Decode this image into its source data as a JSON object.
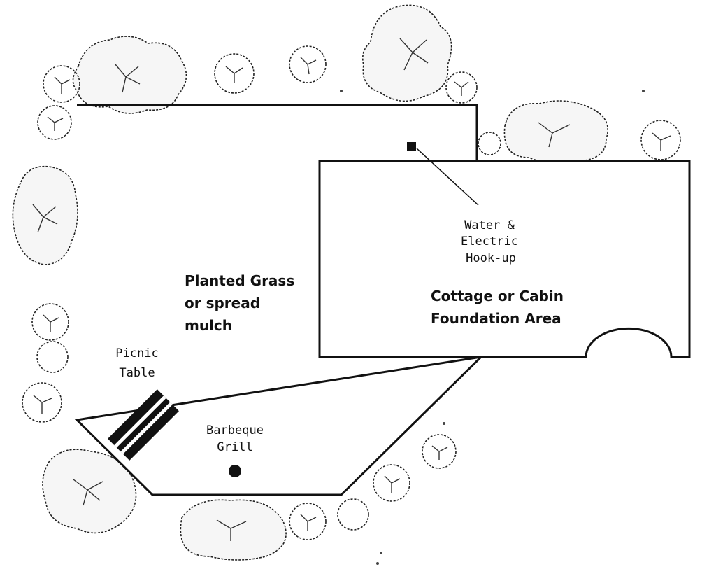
{
  "labels": {
    "grass_line1": "Planted Grass",
    "grass_line2": "or spread",
    "grass_line3": "mulch",
    "hookup_line1": "Water &",
    "hookup_line2": "Electric",
    "hookup_line3": "Hook-up",
    "cottage_line1": "Cottage or Cabin",
    "cottage_line2": "Foundation Area",
    "picnic_line1": "Picnic",
    "picnic_line2": "Table",
    "bbq_line1": "Barbeque",
    "bbq_line2": "Grill"
  },
  "colors": {
    "ink": "#111111",
    "background": "#ffffff"
  },
  "icons": [
    "shrub-icon",
    "picnic-table-icon",
    "barbeque-grill-icon",
    "water-electric-hookup-icon"
  ]
}
